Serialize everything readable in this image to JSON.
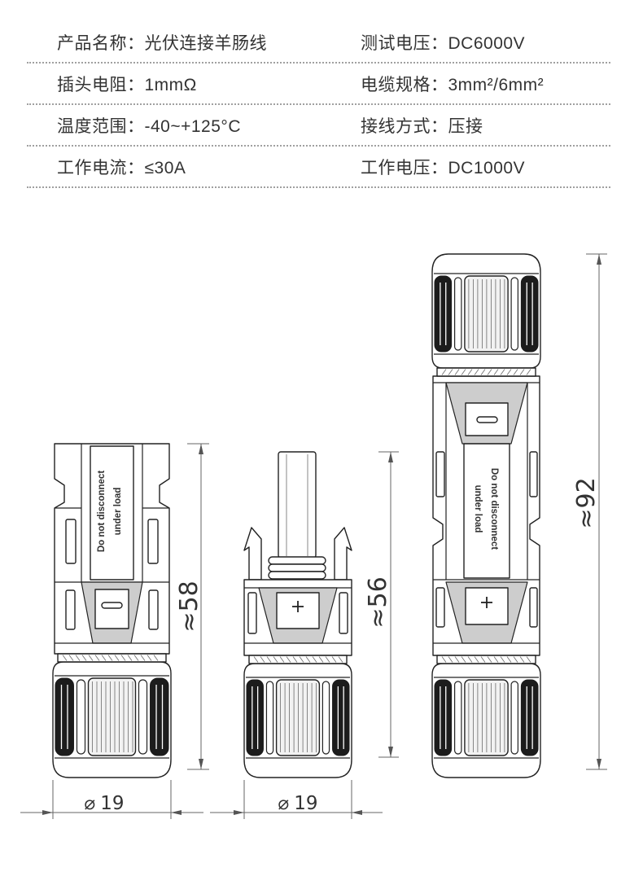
{
  "specs": {
    "rows": [
      {
        "left": {
          "label": "产品名称：",
          "value": "光伏连接羊肠线"
        },
        "right": {
          "label": "测试电压：",
          "value": "DC6000V"
        }
      },
      {
        "left": {
          "label": "插头电阻：",
          "value": "1mmΩ"
        },
        "right": {
          "label": "电缆规格：",
          "value": "3mm²/6mm²"
        }
      },
      {
        "left": {
          "label": "温度范围：",
          "value": "-40~+125°C"
        },
        "right": {
          "label": "接线方式：",
          "value": "压接"
        }
      },
      {
        "left": {
          "label": "工作电流：",
          "value": "≤30A"
        },
        "right": {
          "label": "工作电压：",
          "value": "DC1000V"
        }
      }
    ]
  },
  "drawing": {
    "warning_line_1": "Do not disconnect",
    "warning_line_2": "under load",
    "female_connector": {
      "height": "≈58",
      "diameter_symbol": "⌀",
      "diameter": "19"
    },
    "male_connector": {
      "height": "≈56",
      "diameter_symbol": "⌀",
      "diameter": "19"
    },
    "assembled_connector": {
      "height": "≈92"
    },
    "icons": [
      "minus-slot-icon",
      "plus-polarity-icon"
    ]
  },
  "colors": {
    "text": "#333333",
    "line": "#222222",
    "grip_rib": "#1c1c1c",
    "dotted_rule": "#a0a0a0"
  }
}
